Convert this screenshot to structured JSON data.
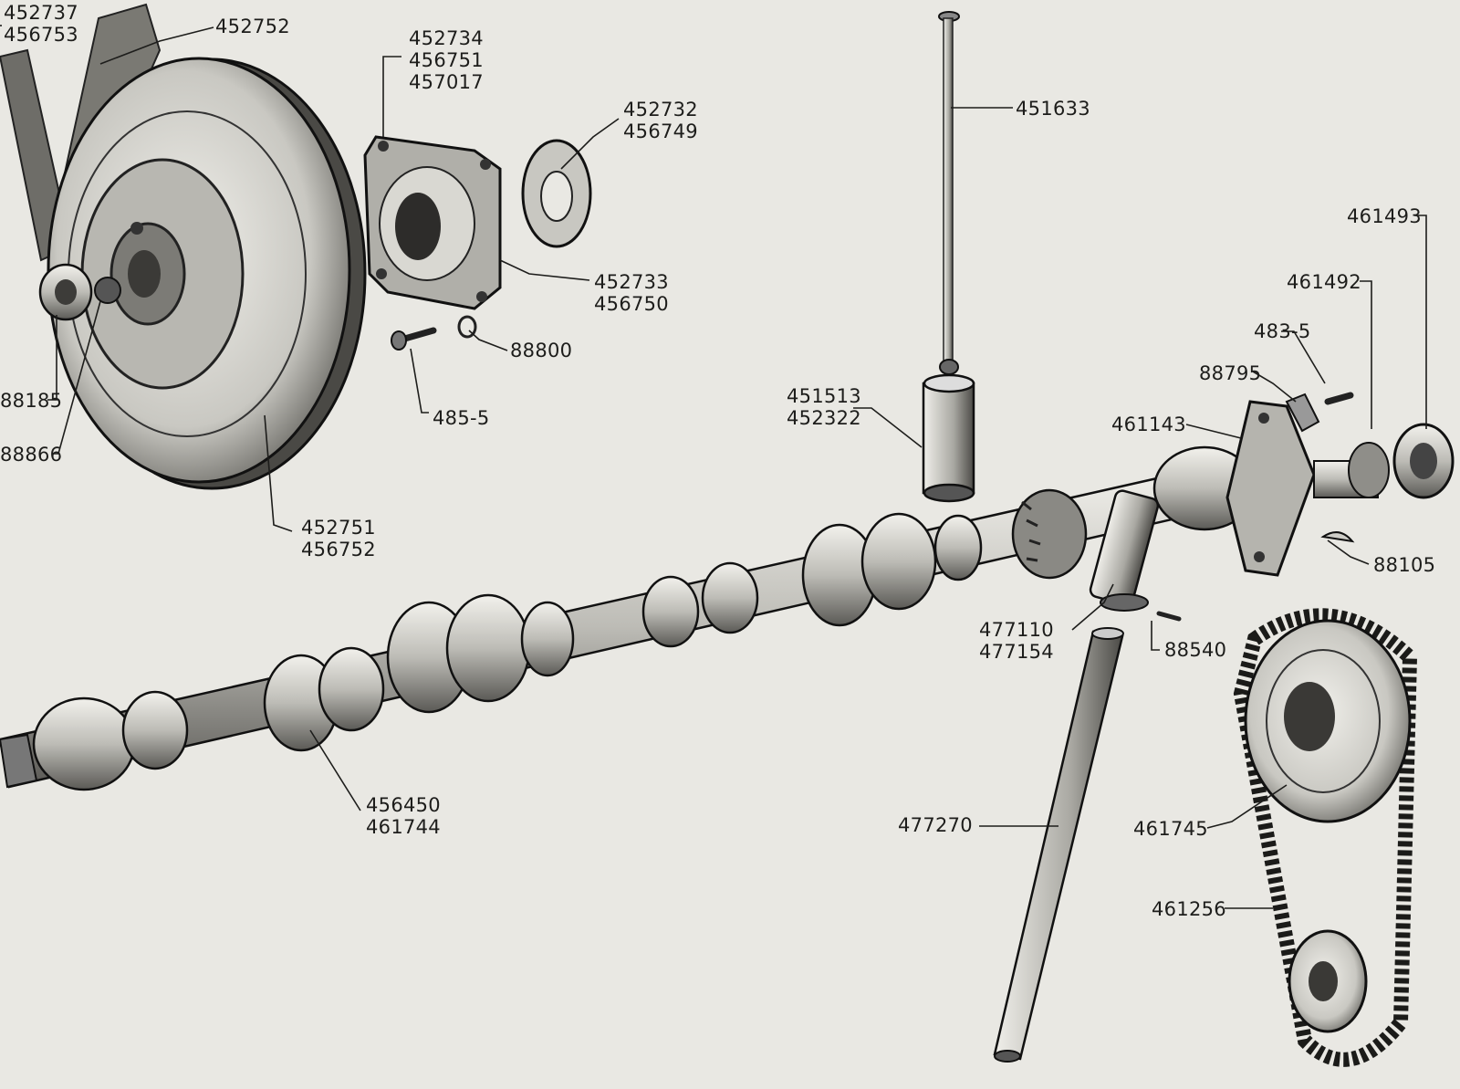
{
  "callouts": {
    "c452737": [
      "452737",
      "456753"
    ],
    "c452752": [
      "452752"
    ],
    "c452734": [
      "452734",
      "456751",
      "457017"
    ],
    "c452732": [
      "452732",
      "456749"
    ],
    "c451633": [
      "451633"
    ],
    "c461493": [
      "461493"
    ],
    "c461492": [
      "461492"
    ],
    "c452733": [
      "452733",
      "456750"
    ],
    "c88800": [
      "88800"
    ],
    "c485": [
      "485-5"
    ],
    "c483": [
      "483-5"
    ],
    "c88795": [
      "88795"
    ],
    "c88185": [
      "88185"
    ],
    "c88866": [
      "88866"
    ],
    "c451513": [
      "451513",
      "452322"
    ],
    "c461143": [
      "461143"
    ],
    "c452751": [
      "452751",
      "456752"
    ],
    "c88105": [
      "88105"
    ],
    "c477110": [
      "477110",
      "477154"
    ],
    "c88540": [
      "88540"
    ],
    "c456450": [
      "456450",
      "461744"
    ],
    "c477270": [
      "477270"
    ],
    "c461745": [
      "461745"
    ],
    "c461256": [
      "461256"
    ]
  }
}
